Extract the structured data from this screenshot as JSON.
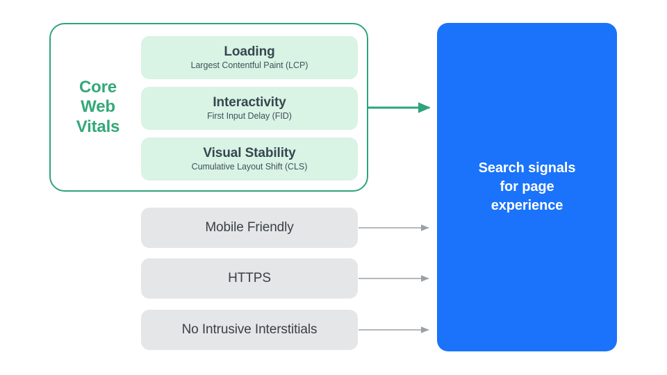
{
  "diagram": {
    "title": "Search signals for page experience",
    "colors": {
      "green_accent": "#34A878",
      "green_border": "#2FA37A",
      "green_card_bg": "#D9F3E5",
      "gray_box_bg": "#E5E6E8",
      "gray_arrow": "#9AA0A6",
      "blue_panel": "#1A73FA",
      "dark_text": "#37474F",
      "white_text": "#FFFFFF",
      "page_bg": "#FFFFFF"
    },
    "core_web_vitals": {
      "label_lines": [
        "Core",
        "Web",
        "Vitals"
      ],
      "label_text": "Core Web Vitals",
      "metrics": [
        {
          "title": "Loading",
          "subtitle": "Largest Contentful Paint (LCP)"
        },
        {
          "title": "Interactivity",
          "subtitle": "First Input Delay (FID)"
        },
        {
          "title": "Visual Stability",
          "subtitle": "Cumulative Layout Shift (CLS)"
        }
      ]
    },
    "other_signals": [
      {
        "label": "Mobile Friendly"
      },
      {
        "label": "HTTPS"
      },
      {
        "label": "No Intrusive Interstitials"
      }
    ],
    "destination": {
      "text": "Search signals\nfor page\nexperience"
    },
    "arrows": [
      {
        "name": "core-web-vitals-arrow",
        "color": "#2FA37A"
      },
      {
        "name": "mobile-friendly-arrow",
        "color": "#9AA0A6"
      },
      {
        "name": "https-arrow",
        "color": "#9AA0A6"
      },
      {
        "name": "no-intrusive-interstitials-arrow",
        "color": "#9AA0A6"
      }
    ]
  }
}
